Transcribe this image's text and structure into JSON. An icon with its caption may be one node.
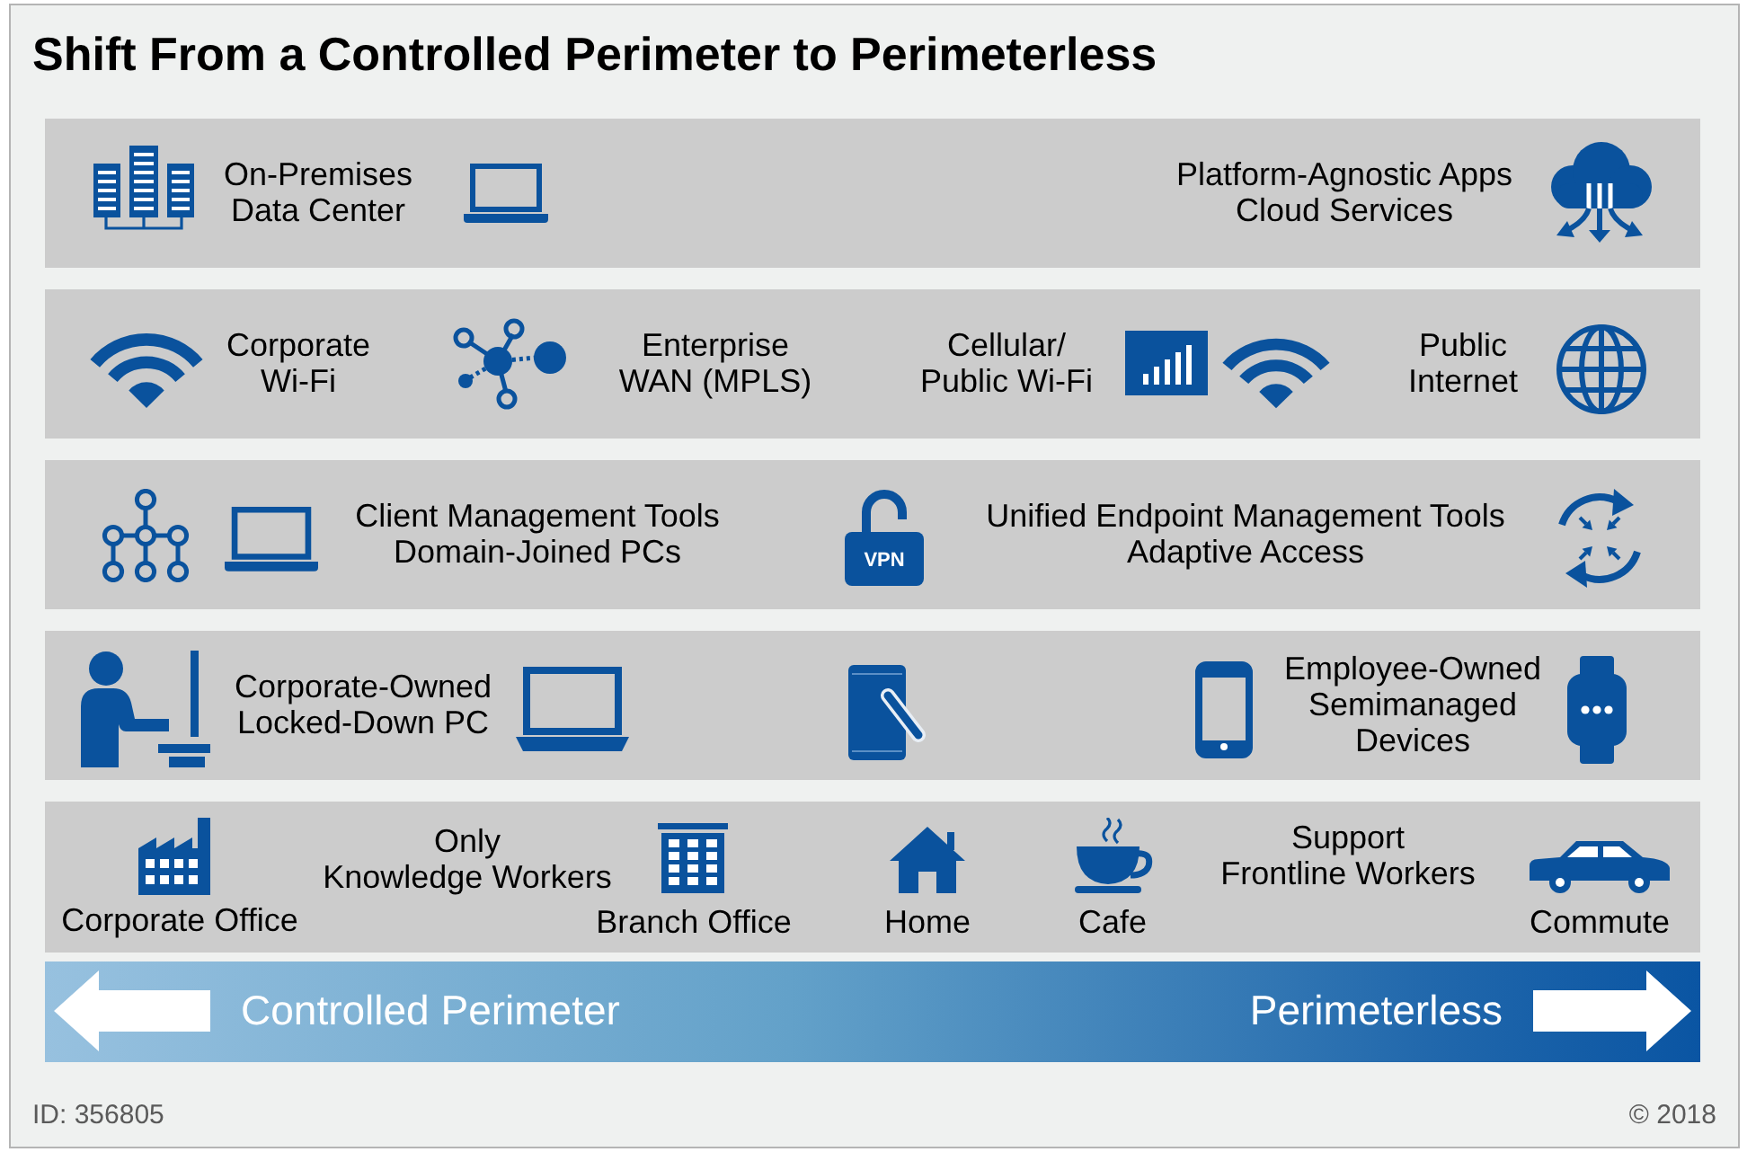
{
  "diagram": {
    "title": "Shift From a Controlled Perimeter to Perimeterless",
    "nodes": [
      {
        "text": [
          "On-Premises Data Center",
          "Platform-Agnostic Apps Cloud Services"
        ]
      },
      {
        "text": [
          "Corporate Wi-Fi",
          "Enterprise WAN (MPLS)",
          "Cellular/ Public Wi-Fi",
          "Public Internet"
        ]
      },
      {
        "text": [
          "Client Management Tools Domain-Joined PCs",
          "VPN",
          "Unified Endpoint Management Tools Adaptive Access"
        ]
      },
      {
        "text": [
          "Corporate-Owned Locked-Down PC",
          "Employee-Owned Semimanaged Devices"
        ]
      },
      {
        "text": [
          "Corporate Office",
          "Only Knowledge Workers",
          "Branch Office",
          "Home",
          "Cafe",
          "Support Frontline Workers",
          "Commute"
        ]
      },
      {
        "text": [
          "Controlled Perimeter",
          "Perimeterless"
        ]
      }
    ],
    "labels": [
      "ID: 356805",
      "© 2018"
    ]
  }
}
